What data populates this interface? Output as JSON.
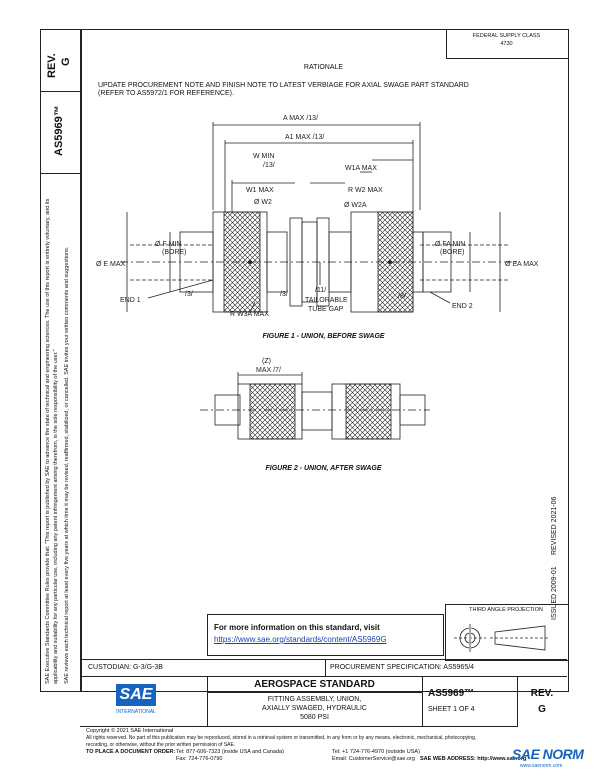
{
  "left_strip": {
    "rev_label": "REV.",
    "rev_value": "G",
    "doc_number": "AS5969™",
    "legal_text_1": "SAE Executive Standards Committee Rules provide that: \"This report is published by SAE to advance the state of technical and engineering sciences. The use of this report is entirely voluntary, and its applicability and suitability for any particular use, including any patent infringement arising therefrom, is the sole responsibility of the user.\"",
    "legal_text_2": "SAE reviews each technical report at least every five years at which time it may be revised, reaffirmed, stabilized, or cancelled. SAE invites your written comments and suggestions."
  },
  "fsc": {
    "line1": "FEDERAL SUPPLY CLASS",
    "line2": "4730"
  },
  "rationale": {
    "title": "RATIONALE",
    "text_line1": "UPDATE PROCUREMENT NOTE AND FINISH NOTE TO LATEST VERBIAGE FOR AXIAL SWAGE PART STANDARD",
    "text_line2": "(REFER TO AS5972/1 FOR REFERENCE)."
  },
  "figure1": {
    "caption": "FIGURE 1 - UNION, BEFORE SWAGE",
    "labels": {
      "a_max": "A  MAX  /13/",
      "a1_max": "A1 MAX  /13/",
      "w_min": "W  MIN",
      "w_min_note": "/13/",
      "w1a_max": "W1A  MAX",
      "w1_max": "W1  MAX",
      "r_w2_max": "R  W2  MAX",
      "dia_w2": "Ø  W2",
      "dia_w2a": "Ø  W2A",
      "dia_f_min": "Ø  F  MIN",
      "bore_left": "(BORE)",
      "dia_e_max": "Ø  E  MAX",
      "dia_fa_min": "Ø  FA  MIN",
      "bore_right": "(BORE)",
      "dia_ea_max": "Ø  EA  MAX",
      "end1": "END  1",
      "note3a": "/3/",
      "note3b": "/3/",
      "r_w3a_max": "R  W3A  MAX",
      "note11": "/11/",
      "tailorable": "TAILORABLE",
      "tube_gap": "TUBE GAP",
      "note8": "/8/",
      "end2": "END  2"
    }
  },
  "figure2": {
    "caption": "FIGURE 2 - UNION, AFTER SWAGE",
    "z_label": "(Z)",
    "z_max": "MAX  /7/"
  },
  "right_strip": {
    "issued": "ISSUED 2009-01",
    "revised": "REVISED 2021-06"
  },
  "info_box": {
    "title": "For more information on this standard, visit",
    "link": "https://www.sae.org/standards/content/AS5969G"
  },
  "projection": {
    "label": "THIRD ANGLE PROJECTION"
  },
  "title_block": {
    "custodian": "CUSTODIAN: G-3/G-3B",
    "procurement": "PROCUREMENT SPECIFICATION: AS5965/4",
    "sae_logo": "SAE",
    "sae_sub": "INTERNATIONAL",
    "standard_type": "AEROSPACE STANDARD",
    "title_line1": "FITTING ASSEMBLY, UNION,",
    "title_line2": "AXIALLY SWAGED, HYDRAULIC",
    "title_line3": "5080 PSI",
    "doc_number": "AS5969™",
    "sheet": "SHEET 1 OF 4",
    "rev_label": "REV.",
    "rev_value": "G"
  },
  "footer": {
    "copyright": "Copyright © 2021 SAE International",
    "rights": "All rights reserved. No part of this publication may be reproduced, stored in a retrieval system or transmitted, in any form or by any means, electronic, mechanical, photocopying,",
    "rights2": "recording, or otherwise, without the prior written permission of SAE.",
    "order": "TO PLACE A DOCUMENT ORDER:",
    "tel1": "Tel:  877-606-7323 (inside USA and Canada)",
    "fax1": "Fax: 724-776-0790",
    "tel2": "Tel: +1 724-776-4970 (outside USA)",
    "email": "Email: CustomerService@sae.org",
    "web": "SAE WEB ADDRESS:  http://www.sae.org",
    "watermark": "SAE NORM",
    "watermark_sub": "www.saenorm.com"
  }
}
